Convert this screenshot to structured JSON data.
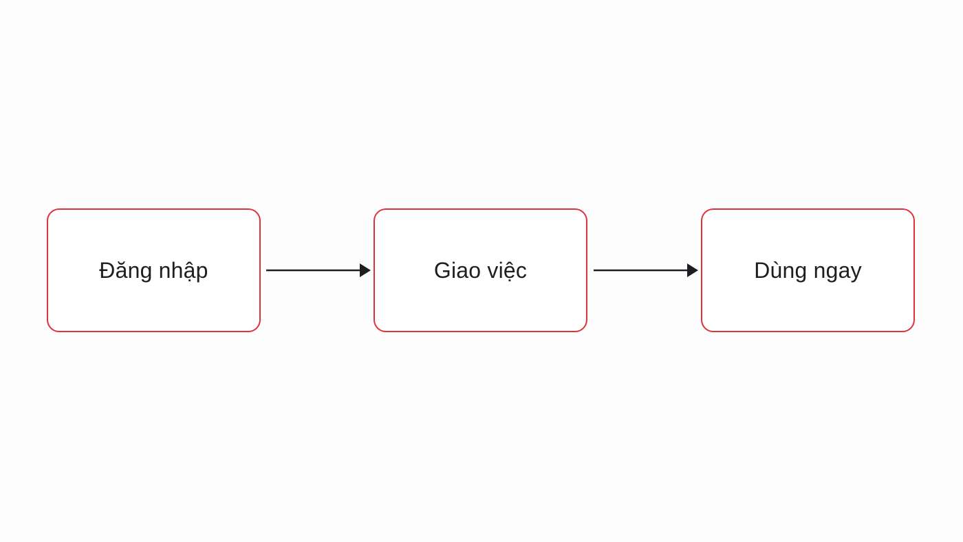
{
  "diagram": {
    "steps": [
      {
        "label": "Đăng nhập"
      },
      {
        "label": "Giao việc"
      },
      {
        "label": "Dùng ngay"
      }
    ],
    "connections": [
      {
        "from": 0,
        "to": 1
      },
      {
        "from": 1,
        "to": 2
      }
    ],
    "colors": {
      "box_border": "#e0313b",
      "arrow": "#1d1d22",
      "text": "#1d1d22",
      "background": "#fdfdfd"
    }
  }
}
